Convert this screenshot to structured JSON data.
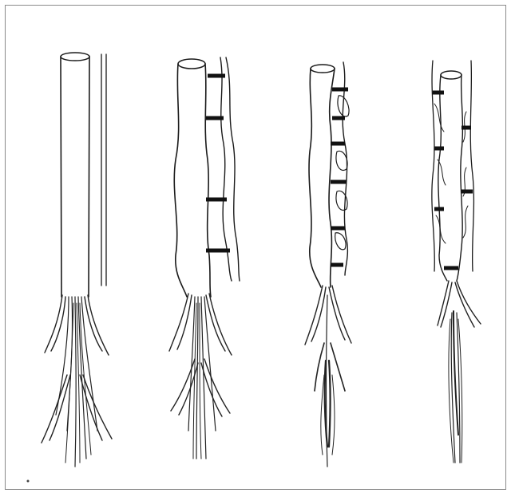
{
  "figure": {
    "ink_color": "#1a1a1a",
    "background": "#ffffff",
    "frame_color": "#8a8a8a",
    "panels": [
      {
        "id": "healthy-fiber",
        "constriction_bands": 0
      },
      {
        "id": "early-damage-fiber",
        "constriction_bands": 4
      },
      {
        "id": "moderate-damage-fiber",
        "constriction_bands": 6
      },
      {
        "id": "severe-damage-fiber",
        "constriction_bands": 6
      }
    ]
  }
}
